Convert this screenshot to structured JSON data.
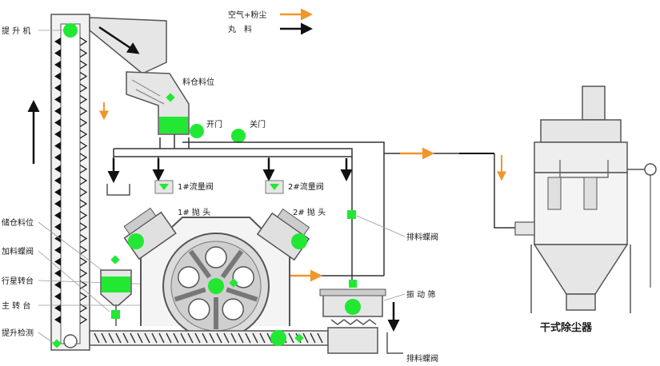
{
  "legend": {
    "air_dust": "空气+粉尘",
    "pellet": "丸　料",
    "air_dust_color": "#f0962b",
    "pellet_color": "#111111"
  },
  "labels": {
    "elevator": "提 升 机",
    "hopper_level": "料仓料位",
    "open_gate": "开门",
    "close_gate": "关门",
    "flow_valve_1": "1#流量阀",
    "flow_valve_2": "2#流量阀",
    "throw_head_1": "1# 抛 头",
    "throw_head_2": "2# 抛 头",
    "discharge_butterfly": "排料蝶阀",
    "vibrating_screen": "振 动 筛",
    "discharge_butterfly_2": "排料蝶阀",
    "storage_level": "储仓料位",
    "feed_butterfly": "加料蝶阀",
    "planet_turntable": "行星转台",
    "main_turntable": "主 转 台",
    "elevator_check": "提升检测",
    "dust_collector": "干式除尘器"
  },
  "colors": {
    "indicator": "#22e833",
    "equipment_fill": "#e6e6e6",
    "equipment_stroke": "#555555",
    "pipe": "#333333",
    "air_arrow": "#f0962b"
  },
  "icons": {
    "flow_arrow": "arrow-right-icon",
    "down_arrow": "arrow-down-icon"
  }
}
